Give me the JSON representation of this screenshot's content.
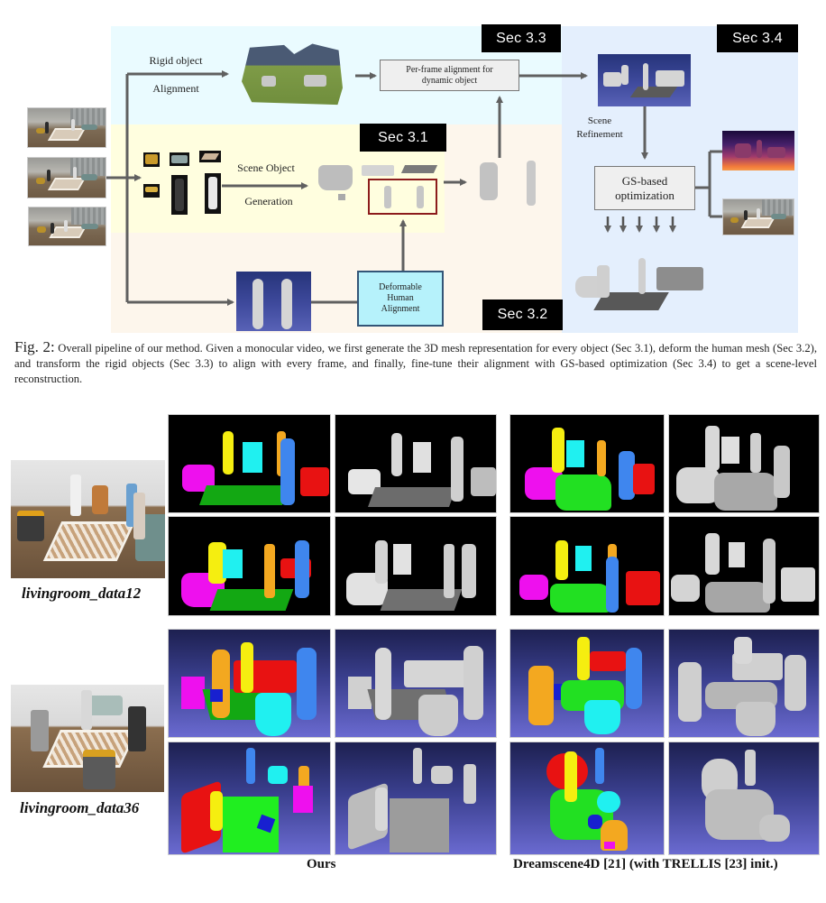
{
  "figure2": {
    "sections": {
      "sec_3_1": "Sec 3.1",
      "sec_3_2": "Sec 3.2",
      "sec_3_3": "Sec 3.3",
      "sec_3_4": "Sec 3.4"
    },
    "labels": {
      "rigid_object": "Rigid object",
      "alignment": "Alignment",
      "scene_object": "Scene  Object",
      "generation": "Generation",
      "scene": "Scene",
      "refinement": "Refinement"
    },
    "boxes": {
      "per_frame_line1": "Per-frame alignment for",
      "per_frame_line2": "dynamic object",
      "deformable_line1": "Deformable",
      "deformable_line2": "Human",
      "deformable_line3": "Alignment",
      "gs_line1": "GS-based",
      "gs_line2": "optimization"
    },
    "colors": {
      "rigid_region": "#eafbff",
      "scene_region": "#fffedf",
      "human_region": "#fdf6ec",
      "refine_region": "#e4effd",
      "arrow": "#606060",
      "badge": "#000000"
    }
  },
  "caption": {
    "label": "Fig. 2:",
    "text": "Overall pipeline of our method. Given a monocular video, we first generate the 3D mesh representation for every object (Sec 3.1), deform the human mesh (Sec 3.2), and transform the rigid objects (Sec 3.3) to align with every frame, and finally, fine-tune their alignment with GS-based optimization (Sec 3.4) to get a scene-level reconstruction."
  },
  "comparison": {
    "scenes": [
      {
        "label": "livingroom_data12"
      },
      {
        "label": "livingroom_data36"
      }
    ],
    "columns": {
      "ours": "Ours",
      "baseline": "Dreamscene4D [21] (with TRELLIS [23] init.)"
    },
    "object_colors": {
      "person_a": "#f5ee10",
      "person_b": "#f3a820",
      "person_c": "#3f86ee",
      "cabinet": "#20f0f0",
      "armchair": "#ee10ee",
      "rug": "#13a813",
      "sofa": "#e81212",
      "box": "#1820d0"
    }
  }
}
